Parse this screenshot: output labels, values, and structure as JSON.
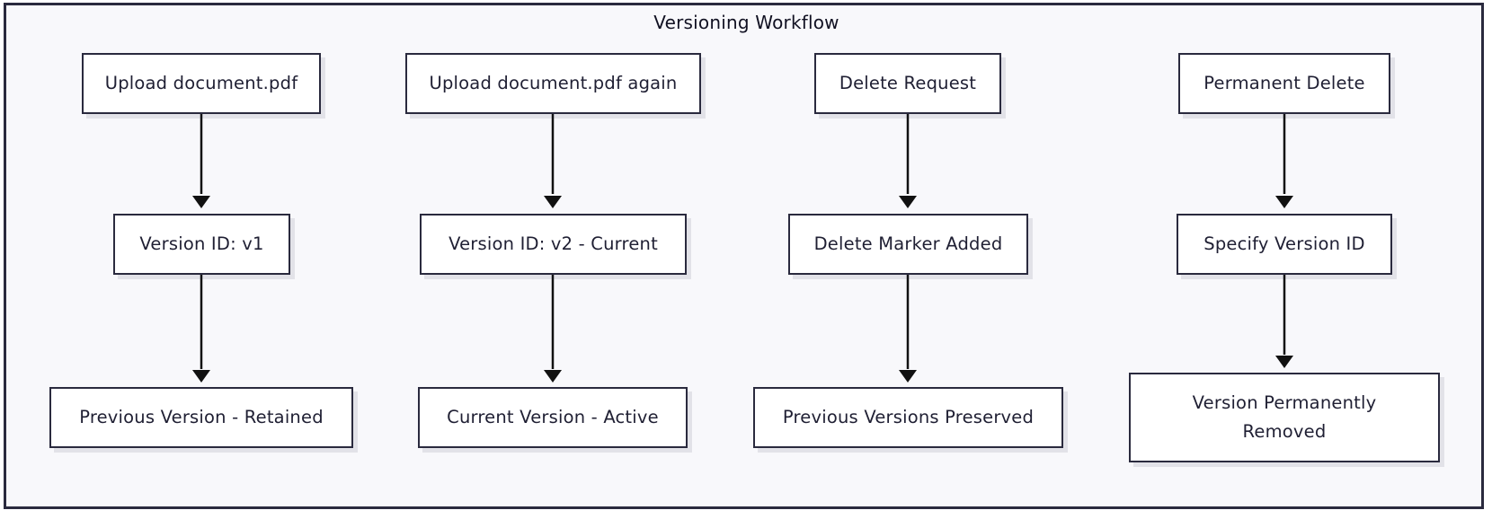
{
  "diagram": {
    "title": "Versioning Workflow",
    "nodes": {
      "upload_doc": "Upload document.pdf",
      "upload_again": "Upload document.pdf again",
      "delete_request": "Delete Request",
      "permanent_delete": "Permanent Delete",
      "version_v1": "Version ID: v1",
      "version_v2": "Version ID: v2 - Current",
      "delete_marker": "Delete Marker Added",
      "specify_version": "Specify Version ID",
      "previous_retained": "Previous Version - Retained",
      "current_active": "Current Version - Active",
      "previous_preserved": "Previous Versions Preserved",
      "permanently_removed_line1": "Version Permanently",
      "permanently_removed_line2": "Removed"
    },
    "edges": [
      {
        "from": "upload_doc",
        "to": "version_v1"
      },
      {
        "from": "version_v1",
        "to": "previous_retained"
      },
      {
        "from": "upload_again",
        "to": "version_v2"
      },
      {
        "from": "version_v2",
        "to": "current_active"
      },
      {
        "from": "delete_request",
        "to": "delete_marker"
      },
      {
        "from": "delete_marker",
        "to": "previous_preserved"
      },
      {
        "from": "permanent_delete",
        "to": "specify_version"
      },
      {
        "from": "specify_version",
        "to": "permanently_removed"
      }
    ]
  }
}
